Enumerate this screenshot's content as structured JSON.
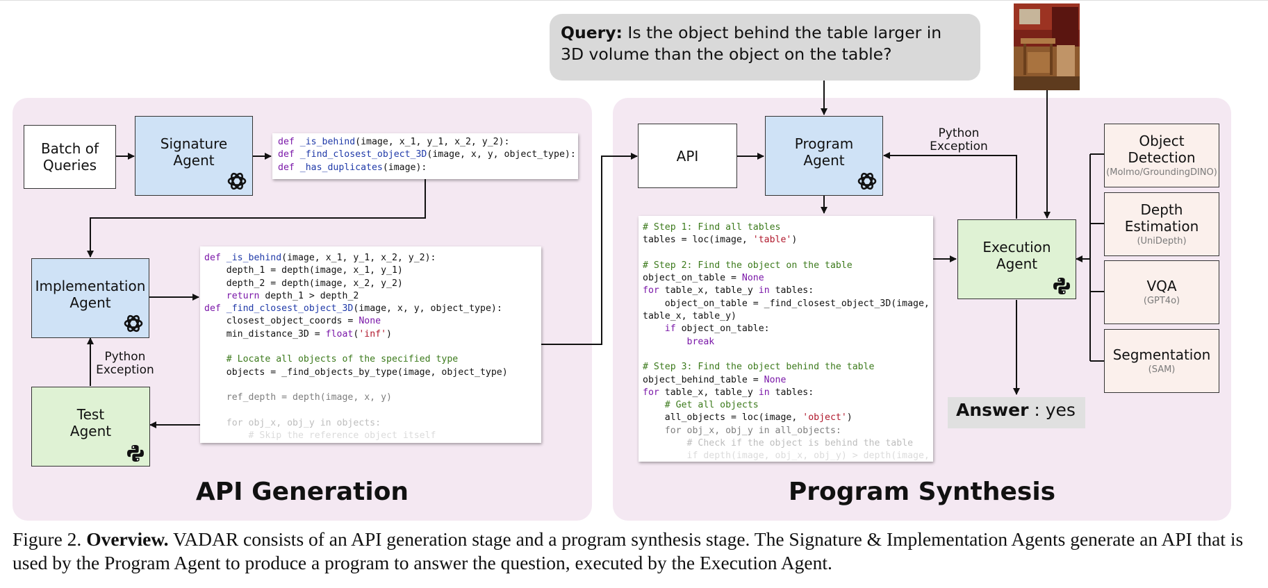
{
  "query": {
    "label": "Query:",
    "text": " Is the object behind the table larger in 3D volume than the object on the table?"
  },
  "left_panel": {
    "title": "API Generation",
    "batch_label": "Batch of Queries",
    "signature_agent": "Signature Agent",
    "implementation_agent": "Implementation Agent",
    "test_agent": "Test Agent",
    "python_exception": "Python Exception",
    "signature_code": [
      [
        [
          "kw",
          "def "
        ],
        [
          "fn",
          "_is_behind"
        ],
        [
          "",
          "(image, x_1, y_1, x_2, y_2):"
        ]
      ],
      [
        [
          "kw",
          "def "
        ],
        [
          "fn",
          "_find_closest_object_3D"
        ],
        [
          "",
          "(image, x, y, object_type):"
        ]
      ],
      [
        [
          "kw",
          "def "
        ],
        [
          "fn",
          "_has_duplicates"
        ],
        [
          "",
          "(image):"
        ]
      ]
    ],
    "implementation_code": [
      [
        [
          "kw",
          "def "
        ],
        [
          "fn",
          "_is_behind"
        ],
        [
          "",
          "(image, x_1, y_1, x_2, y_2):"
        ]
      ],
      [
        [
          "",
          "    depth_1 = depth(image, x_1, y_1)"
        ]
      ],
      [
        [
          "",
          "    depth_2 = depth(image, x_2, y_2)"
        ]
      ],
      [
        [
          "kw",
          "    return"
        ],
        [
          "",
          " depth_1 > depth_2"
        ]
      ],
      [
        [
          "kw",
          "def "
        ],
        [
          "fn",
          "_find_closest_object_3D"
        ],
        [
          "",
          "(image, x, y, object_type):"
        ]
      ],
      [
        [
          "",
          "    closest_object_coords = "
        ],
        [
          "kw",
          "None"
        ]
      ],
      [
        [
          "",
          "    min_distance_3D = "
        ],
        [
          "kw",
          "float"
        ],
        [
          "",
          "("
        ],
        [
          "st",
          "'inf'"
        ],
        [
          "",
          ")"
        ]
      ],
      [
        [
          "",
          ""
        ]
      ],
      [
        [
          "cm",
          "    # Locate all objects of the specified type"
        ]
      ],
      [
        [
          "",
          "    objects = _find_objects_by_type(image, object_type)"
        ]
      ],
      [
        [
          "",
          ""
        ]
      ],
      [
        [
          "fade1",
          "    ref_depth = depth(image, x, y)"
        ]
      ],
      [
        [
          "",
          ""
        ]
      ],
      [
        [
          "fade2",
          "    for obj_x, obj_y in objects:"
        ]
      ],
      [
        [
          "fade3",
          "        # Skip the reference object itself"
        ]
      ]
    ]
  },
  "right_panel": {
    "title": "Program Synthesis",
    "api_label": "API",
    "program_agent": "Program Agent",
    "execution_agent": "Execution Agent",
    "python_exception": "Python Exception",
    "answer_label": "Answer",
    "answer_value": " : yes",
    "tools": [
      {
        "name": "Object Detection",
        "sub": "(Molmo/GroundingDINO)"
      },
      {
        "name": "Depth Estimation",
        "sub": "(UniDepth)"
      },
      {
        "name": "VQA",
        "sub": "(GPT4o)"
      },
      {
        "name": "Segmentation",
        "sub": "(SAM)"
      }
    ],
    "program_code": [
      [
        [
          "cm",
          "# Step 1: Find all tables"
        ]
      ],
      [
        [
          "",
          "tables = loc(image, "
        ],
        [
          "st",
          "'table'"
        ],
        [
          "",
          ")"
        ]
      ],
      [
        [
          "",
          ""
        ]
      ],
      [
        [
          "cm",
          "# Step 2: Find the object on the table"
        ]
      ],
      [
        [
          "",
          "object_on_table = "
        ],
        [
          "kw",
          "None"
        ]
      ],
      [
        [
          "kw",
          "for"
        ],
        [
          "",
          " table_x, table_y "
        ],
        [
          "kw",
          "in"
        ],
        [
          "",
          " tables:"
        ]
      ],
      [
        [
          "",
          "    object_on_table = _find_closest_object_3D(image,"
        ]
      ],
      [
        [
          "",
          "table_x, table_y)"
        ]
      ],
      [
        [
          "kw",
          "    if"
        ],
        [
          "",
          " object_on_table:"
        ]
      ],
      [
        [
          "kw",
          "        break"
        ]
      ],
      [
        [
          "",
          ""
        ]
      ],
      [
        [
          "cm",
          "# Step 3: Find the object behind the table"
        ]
      ],
      [
        [
          "",
          "object_behind_table = "
        ],
        [
          "kw",
          "None"
        ]
      ],
      [
        [
          "kw",
          "for"
        ],
        [
          "",
          " table_x, table_y "
        ],
        [
          "kw",
          "in"
        ],
        [
          "",
          " tables:"
        ]
      ],
      [
        [
          "cm",
          "    # Get all objects"
        ]
      ],
      [
        [
          "",
          "    all_objects = loc(image, "
        ],
        [
          "st",
          "'object'"
        ],
        [
          "",
          ")"
        ]
      ],
      [
        [
          "fade1",
          "    for obj_x, obj_y in all_objects:"
        ]
      ],
      [
        [
          "fade2",
          "        # Check if the object is behind the table"
        ]
      ],
      [
        [
          "fade3",
          "        if depth(image, obj_x, obj_y) > depth(image,"
        ]
      ]
    ]
  },
  "caption": {
    "prefix": "Figure 2. ",
    "bold": "Overview.",
    "text": " VADAR consists of an API generation stage and a program synthesis stage. The Signature & Implementation Agents generate an API that is used by the Program Agent to produce a program to answer the question, executed by the Execution Agent."
  },
  "icons": [
    "openai-logo-icon",
    "python-logo-icon",
    "scene-photo"
  ]
}
